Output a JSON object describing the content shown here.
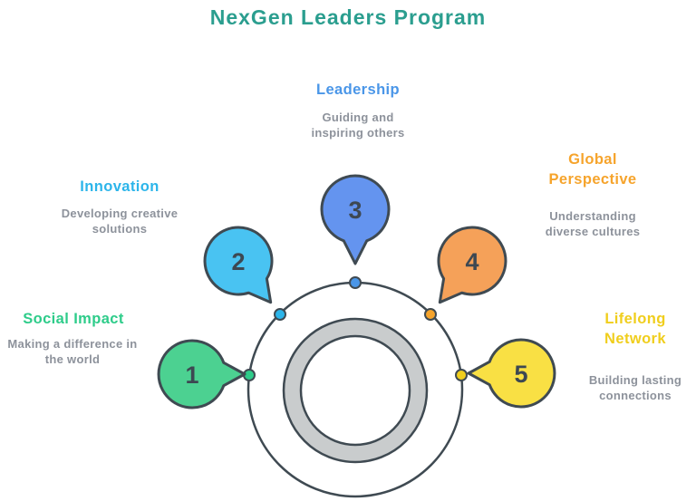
{
  "title": "NexGen Leaders Program",
  "colors": {
    "title": "#2b9e8f",
    "outline": "#3f4a52",
    "ring_fill": "#c9cccd",
    "description_text": "#8d929b",
    "number_text": "#3d4852"
  },
  "items": [
    {
      "number": "1",
      "label": "Social Impact",
      "description": "Making a difference in the world",
      "color": "#2ecc8a",
      "bubble_color": "#4cd191"
    },
    {
      "number": "2",
      "label": "Innovation",
      "description": "Developing creative solutions",
      "color": "#2cb5ea",
      "bubble_color": "#49c3f2"
    },
    {
      "number": "3",
      "label": "Leadership",
      "description": "Guiding and inspiring others",
      "color": "#4a96e8",
      "bubble_color": "#6494ef"
    },
    {
      "number": "4",
      "label": "Global Perspective",
      "description": "Understanding diverse cultures",
      "color": "#f6a42c",
      "bubble_color": "#f5a159"
    },
    {
      "number": "5",
      "label": "Lifelong Network",
      "description": "Building lasting connections",
      "color": "#f0ce1d",
      "bubble_color": "#f9e044"
    }
  ]
}
